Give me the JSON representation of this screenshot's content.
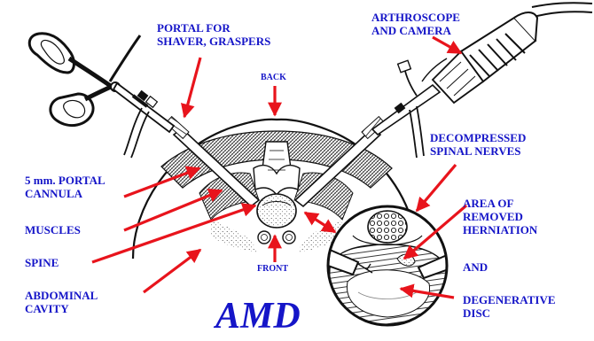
{
  "labels": {
    "portal_shaver": [
      "PORTAL FOR",
      "SHAVER, GRASPERS"
    ],
    "arthroscope": [
      "ARTHROSCOPE",
      "AND CAMERA"
    ],
    "back": "BACK",
    "decompressed": [
      "DECOMPRESSED",
      "SPINAL NERVES"
    ],
    "portal_cannula": [
      "5 mm. PORTAL",
      "CANNULA"
    ],
    "muscles": "MUSCLES",
    "spine": "SPINE",
    "front": "FRONT",
    "abdominal": [
      "ABDOMINAL",
      "CAVITY"
    ],
    "area_removed": [
      "AREA OF",
      "REMOVED",
      "HERNIATION"
    ],
    "and": "AND",
    "degenerative": [
      "DEGENERATIVE",
      "DISC"
    ],
    "logo": "AMD"
  },
  "colors": {
    "label": "#1515c8",
    "arrow": "#e8141c",
    "ink": "#111111"
  }
}
